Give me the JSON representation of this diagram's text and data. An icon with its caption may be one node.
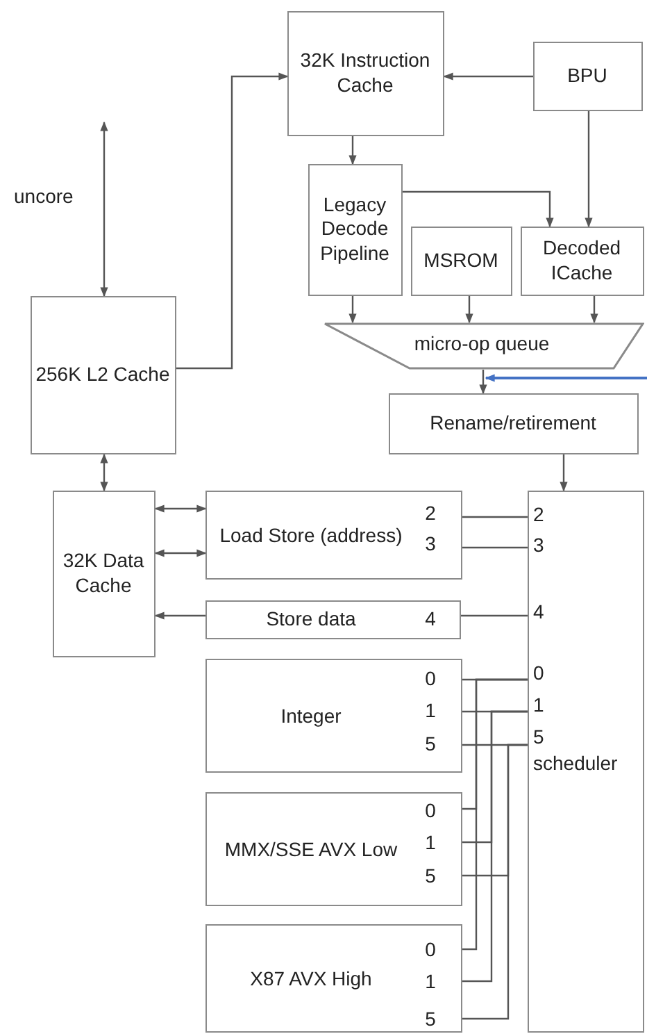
{
  "diagram": {
    "nodes": [
      {
        "text": [
          "32K Instruction Cache"
        ]
      },
      {
        "text": [
          "BPU"
        ]
      },
      {
        "text": [
          "Legacy Decode Pipeline"
        ]
      },
      {
        "text": [
          "MSROM"
        ]
      },
      {
        "text": [
          "Decoded ICache"
        ]
      },
      {
        "text": [
          "micro-op queue"
        ]
      },
      {
        "text": [
          "Rename/retirement"
        ]
      },
      {
        "text": [
          "256K L2 Cache"
        ]
      },
      {
        "text": [
          "32K Data Cache"
        ]
      },
      {
        "text": [
          "Load Store (address)",
          "2",
          "3"
        ]
      },
      {
        "text": [
          "Store data",
          "4"
        ]
      },
      {
        "text": [
          "Integer",
          "0",
          "1",
          "5"
        ]
      },
      {
        "text": [
          "MMX/SSE AVX Low",
          "0",
          "1",
          "5"
        ]
      },
      {
        "text": [
          "X87 AVX High",
          "0",
          "1",
          "5"
        ]
      },
      {
        "text": [
          "2",
          "3",
          "4",
          "0",
          "1",
          "5",
          "scheduler"
        ]
      }
    ],
    "edges": [
      {
        "from": 1,
        "to": 0,
        "arrow": "to"
      },
      {
        "from": 7,
        "to": 0,
        "arrow": "to"
      },
      {
        "from": null,
        "to": 7,
        "arrow": "both"
      },
      {
        "from": 0,
        "to": 2,
        "arrow": "to"
      },
      {
        "from": 2,
        "to": 4,
        "arrow": "to"
      },
      {
        "from": 1,
        "to": 4,
        "arrow": "to"
      },
      {
        "from": 2,
        "to": 5,
        "arrow": "to"
      },
      {
        "from": 3,
        "to": 5,
        "arrow": "to"
      },
      {
        "from": 4,
        "to": 5,
        "arrow": "to"
      },
      {
        "from": null,
        "to": 5,
        "arrow": "to",
        "color": "#4472c4"
      },
      {
        "from": 5,
        "to": 6,
        "arrow": "to"
      },
      {
        "from": 6,
        "to": 14,
        "arrow": "to"
      },
      {
        "from": 7,
        "to": 8,
        "arrow": "both"
      },
      {
        "from": 8,
        "to": 9,
        "arrow": "both"
      },
      {
        "from": 8,
        "to": 9,
        "arrow": "both"
      },
      {
        "from": 10,
        "to": 8,
        "arrow": "to"
      },
      {
        "from": 9,
        "to": 14,
        "arrow": "none"
      },
      {
        "from": 9,
        "to": 14,
        "arrow": "none"
      },
      {
        "from": 10,
        "to": 14,
        "arrow": "none"
      },
      {
        "from": 11,
        "to": 14,
        "arrow": "none"
      },
      {
        "from": 11,
        "to": 14,
        "arrow": "none"
      },
      {
        "from": 11,
        "to": 14,
        "arrow": "none"
      },
      {
        "from": 12,
        "to": 14,
        "arrow": "none"
      },
      {
        "from": 12,
        "to": 14,
        "arrow": "none"
      },
      {
        "from": 12,
        "to": 14,
        "arrow": "none"
      },
      {
        "from": 13,
        "to": 14,
        "arrow": "none"
      },
      {
        "from": 13,
        "to": 14,
        "arrow": "none"
      },
      {
        "from": 13,
        "to": 14,
        "arrow": "none"
      }
    ],
    "labels": [
      "uncore"
    ]
  }
}
